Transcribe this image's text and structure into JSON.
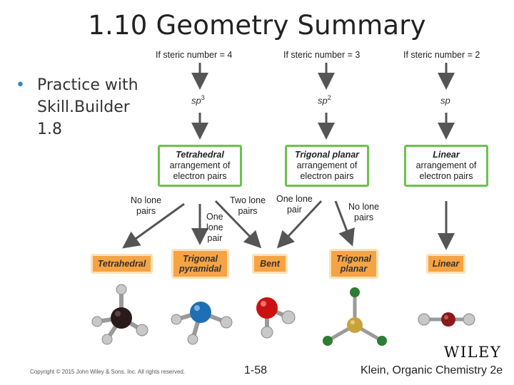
{
  "title": "1.10 Geometry Summary",
  "bullet": {
    "text": "Practice with Skill.Builder 1.8"
  },
  "headers": [
    "If steric number = 4",
    "If steric number = 3",
    "If steric number = 2"
  ],
  "hybridization": [
    {
      "base": "sp",
      "sup": "3"
    },
    {
      "base": "sp",
      "sup": "2"
    },
    {
      "base": "sp",
      "sup": ""
    }
  ],
  "arrangements": [
    {
      "name": "Tetrahedral",
      "line1": "arrangement of",
      "line2": "electron pairs"
    },
    {
      "name": "Trigonal planar",
      "line1": "arrangement of",
      "line2": "electron pairs"
    },
    {
      "name": "Linear",
      "line1": "arrangement of",
      "line2": "electron pairs"
    }
  ],
  "lone_pair_labels": {
    "no_lone_pairs_1": [
      "No lone",
      "pairs"
    ],
    "one_lone_pair_1": [
      "One",
      "lone",
      "pair"
    ],
    "two_lone_pairs": [
      "Two lone",
      "pairs"
    ],
    "one_lone_pair_2": [
      "One lone",
      "pair"
    ],
    "no_lone_pairs_2": [
      "No lone",
      "pairs"
    ]
  },
  "geometries": [
    {
      "line1": "Tetrahedral",
      "line2": ""
    },
    {
      "line1": "Trigonal",
      "line2": "pyramidal"
    },
    {
      "line1": "Bent",
      "line2": ""
    },
    {
      "line1": "Trigonal",
      "line2": "planar"
    },
    {
      "line1": "Linear",
      "line2": ""
    }
  ],
  "footer": {
    "copyright": "Copyright © 2015 John Wiley & Sons, Inc. All rights reserved.",
    "slide_number": "1-58",
    "book": "Klein, Organic Chemistry 2e",
    "logo": "WILEY"
  },
  "colors": {
    "arrangement_border": "#6cc24a",
    "geometry_fill": "#f6a443",
    "arrow": "#555555",
    "bullet": "#2e86c1",
    "carbon": "#2a1a1a",
    "nitrogen": "#1f6fb5",
    "oxygen": "#cc1111",
    "boron": "#c9a23a",
    "fluorine": "#2e7d32",
    "beryllium_center": "#8b1a1a",
    "hydrogen": "#c8c8c8"
  }
}
